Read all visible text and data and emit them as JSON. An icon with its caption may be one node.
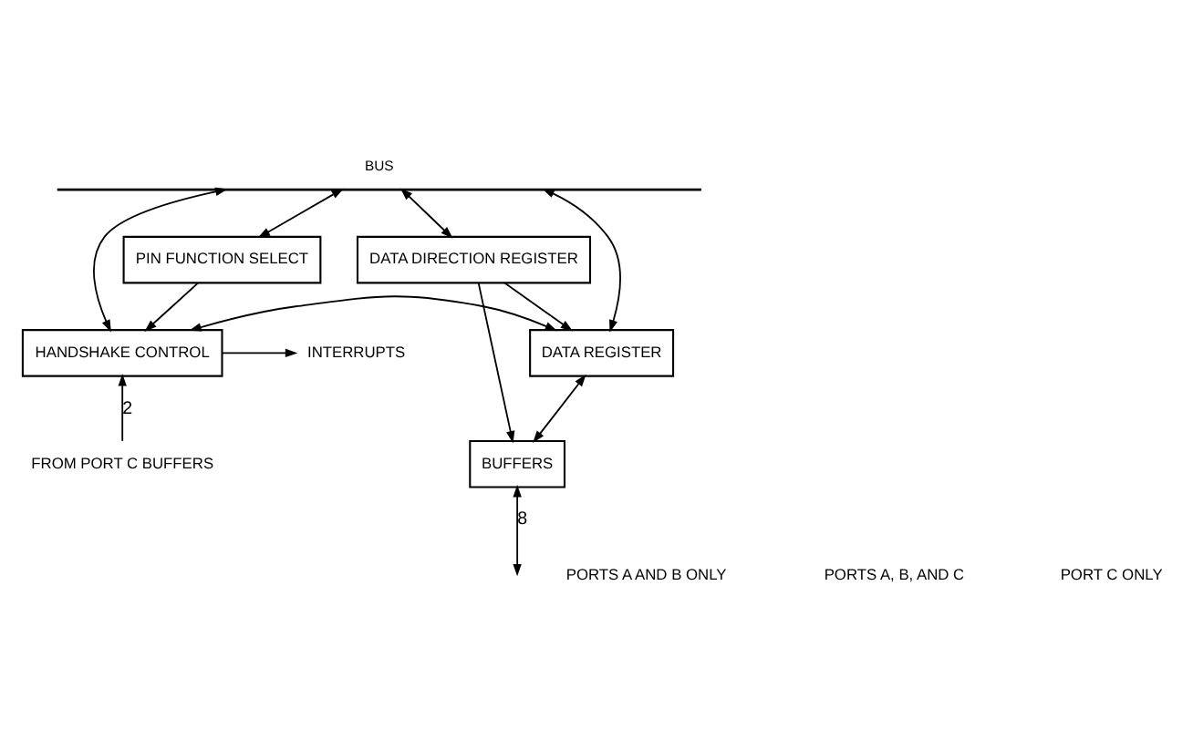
{
  "diagram": {
    "nodes": [
      {
        "text": [
          "BUS"
        ]
      },
      {
        "text": [
          "INTERRUPTS"
        ]
      },
      {
        "text": [
          "HANDSHAKE CONTROL"
        ]
      },
      {
        "text": [
          "DATA REGISTER"
        ]
      },
      {
        "text": [
          "DATA DIRECTION REGISTER"
        ]
      },
      {
        "text": [
          "PIN FUNCTION SELECT"
        ]
      },
      {
        "text": [
          "BUFFERS"
        ]
      },
      {
        "text": [
          "FROM PORT C BUFFERS"
        ]
      }
    ],
    "edges": [
      {
        "from": 0,
        "to": 2,
        "arrow": "both"
      },
      {
        "from": 0,
        "to": 3,
        "arrow": "both"
      },
      {
        "from": 0,
        "to": 4,
        "arrow": "both"
      },
      {
        "from": 0,
        "to": 5,
        "arrow": "both"
      },
      {
        "from": 2,
        "to": 1,
        "arrow": "to"
      },
      {
        "from": 2,
        "to": 3,
        "arrow": "both"
      },
      {
        "from": 4,
        "to": 3,
        "arrow": "to"
      },
      {
        "from": 4,
        "to": 6,
        "arrow": "to"
      },
      {
        "from": 3,
        "to": 6,
        "arrow": "both"
      },
      {
        "from": 6,
        "to": null,
        "arrow": "both",
        "label": "8"
      },
      {
        "from": 5,
        "to": 2,
        "arrow": "to"
      },
      {
        "from": 7,
        "to": 2,
        "arrow": "to",
        "label": "2"
      }
    ],
    "labels": [
      "PORTS A AND B ONLY",
      "PORTS A, B, AND C",
      "PORT C ONLY"
    ]
  }
}
